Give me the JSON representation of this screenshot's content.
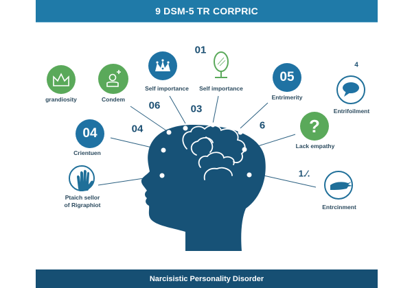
{
  "header": {
    "title": "9 DSM-5 TR CORPRIC"
  },
  "footer": {
    "title": "Narcisistic Personality Disorder"
  },
  "colors": {
    "header_bg": "#1f7aa8",
    "footer_bg": "#164f73",
    "head": "#175277",
    "green": "#5aa95a",
    "blue": "#1f72a3",
    "line": "#2a5f80"
  },
  "criteria": [
    {
      "id": "grandiosity",
      "icon": "crown-icon",
      "style": "green",
      "label": "grandiosity"
    },
    {
      "id": "condem",
      "icon": "person-sparkle-icon",
      "style": "green",
      "label": "Condem"
    },
    {
      "id": "self-importance-crown",
      "icon": "crown-icon",
      "style": "blue",
      "label": "Self importance"
    },
    {
      "id": "self-importance-mirror",
      "icon": "mirror-icon",
      "style": "outline-green",
      "label": "Self importance",
      "number": "01"
    },
    {
      "id": "entrimerity",
      "icon": "number-badge",
      "style": "blue",
      "badge_text": "05",
      "label": "Entrimerity"
    },
    {
      "id": "entitlement-speech",
      "icon": "speech-bubble-icon",
      "style": "ring",
      "label": "Entrifoilment",
      "number": "4"
    },
    {
      "id": "crientuen",
      "icon": "number-badge",
      "style": "blue",
      "badge_text": "04",
      "label": "Crientuen"
    },
    {
      "id": "lack-empathy",
      "icon": "question-icon",
      "style": "green",
      "badge_text": "?",
      "label": "Lack empathy"
    },
    {
      "id": "hand",
      "icon": "hand-icon",
      "style": "ring",
      "label_line1": "Ptaich sellor",
      "label_line2": "of Rigraphiot"
    },
    {
      "id": "entrcinment",
      "icon": "reaching-hand-icon",
      "style": "ring",
      "label": "Entrcinment",
      "number": "1.⁄."
    }
  ],
  "floating_numbers": [
    "06",
    "03",
    "04",
    "6"
  ]
}
